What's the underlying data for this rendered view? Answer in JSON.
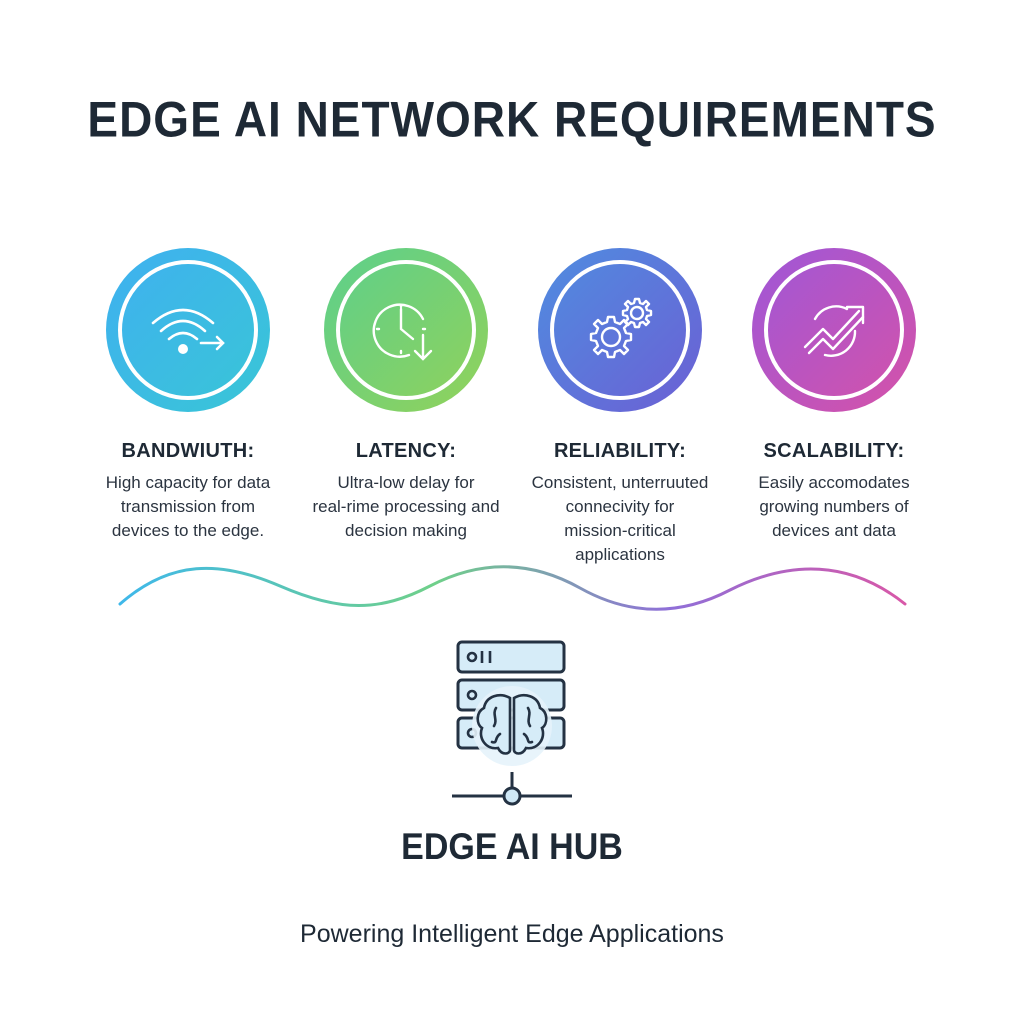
{
  "title": "EDGE AI NETWORK REQUIREMENTS",
  "requirements": [
    {
      "label": "BANDWIUTH:",
      "description": "High capacity for data\ntransmission from\ndevices to the edge.",
      "icon": "wifi-arrow-icon",
      "color": "#3fb0f0"
    },
    {
      "label": "LATENCY:",
      "description": "Ultra-low delay for\nreal-rime processing and\ndecision making",
      "icon": "clock-down-arrow-icon",
      "color": "#5ccf8c"
    },
    {
      "label": "RELIABILITY:",
      "description": "Consistent, unterruuted\nconnecivity for\nmission-critical\napplications",
      "icon": "gears-icon",
      "color": "#5a7fdc"
    },
    {
      "label": "SCALABILITY:",
      "description": "Easily accomodates\ngrowing numbers of\ndevices ant data",
      "icon": "growth-arrow-icon",
      "color": "#b955c8"
    }
  ],
  "hub": {
    "label": "EDGE AI HUB",
    "icon": "server-brain-icon"
  },
  "tagline": "Powering Intelligent Edge Applications"
}
